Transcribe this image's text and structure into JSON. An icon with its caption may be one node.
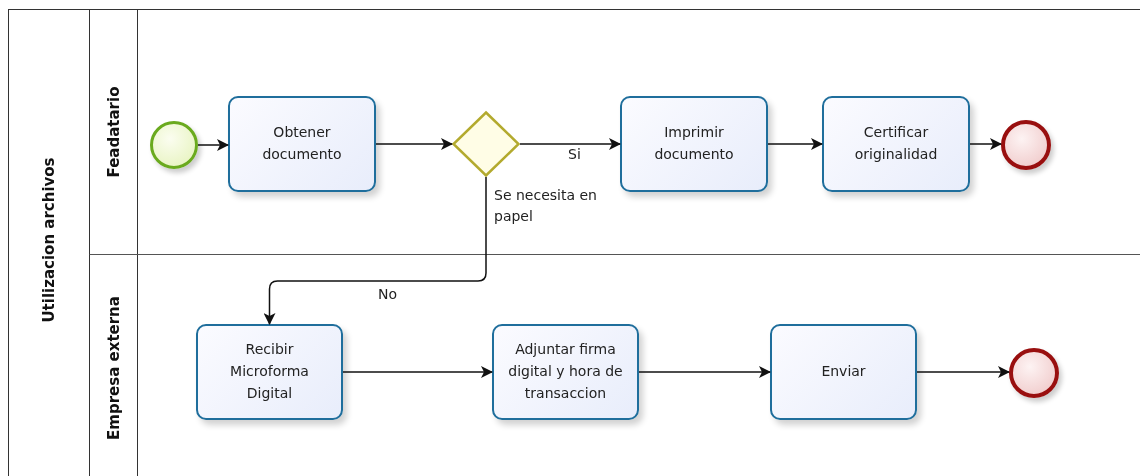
{
  "diagram": {
    "nodes": [
      {
        "text": [
          "Utilizacion archivos"
        ]
      },
      {
        "text": [
          "Feadatario"
        ],
        "in": 0
      },
      {
        "text": [
          "Empresa externa"
        ],
        "in": 0
      },
      {
        "text": [],
        "shape": "circle",
        "in": 1
      },
      {
        "text": [
          "Obtener documento"
        ],
        "in": 1
      },
      {
        "text": [],
        "shape": "diamond",
        "in": 1,
        "beside": [
          "Se necesita en papel"
        ]
      },
      {
        "text": [
          "Imprimir documento"
        ],
        "in": 1
      },
      {
        "text": [
          "Certificar originalidad"
        ],
        "in": 1
      },
      {
        "text": [],
        "shape": "circle",
        "in": 1
      },
      {
        "text": [
          "Recibir Microforma Digital"
        ],
        "in": 2
      },
      {
        "text": [
          "Adjuntar firma digital y hora de transaccion"
        ],
        "in": 2
      },
      {
        "text": [
          "Enviar"
        ],
        "in": 2
      },
      {
        "text": [],
        "shape": "circle",
        "in": 2
      }
    ],
    "edges": [
      {
        "from": 3,
        "to": 4,
        "arrow": "to"
      },
      {
        "from": 4,
        "to": 5,
        "arrow": "to"
      },
      {
        "from": 5,
        "to": 6,
        "arrow": "to",
        "label": "Si"
      },
      {
        "from": 6,
        "to": 7,
        "arrow": "to"
      },
      {
        "from": 7,
        "to": 8,
        "arrow": "to"
      },
      {
        "from": 5,
        "to": 9,
        "arrow": "to",
        "label": "No"
      },
      {
        "from": 9,
        "to": 10,
        "arrow": "to"
      },
      {
        "from": 10,
        "to": 11,
        "arrow": "to"
      },
      {
        "from": 11,
        "to": 12,
        "arrow": "to"
      }
    ]
  }
}
